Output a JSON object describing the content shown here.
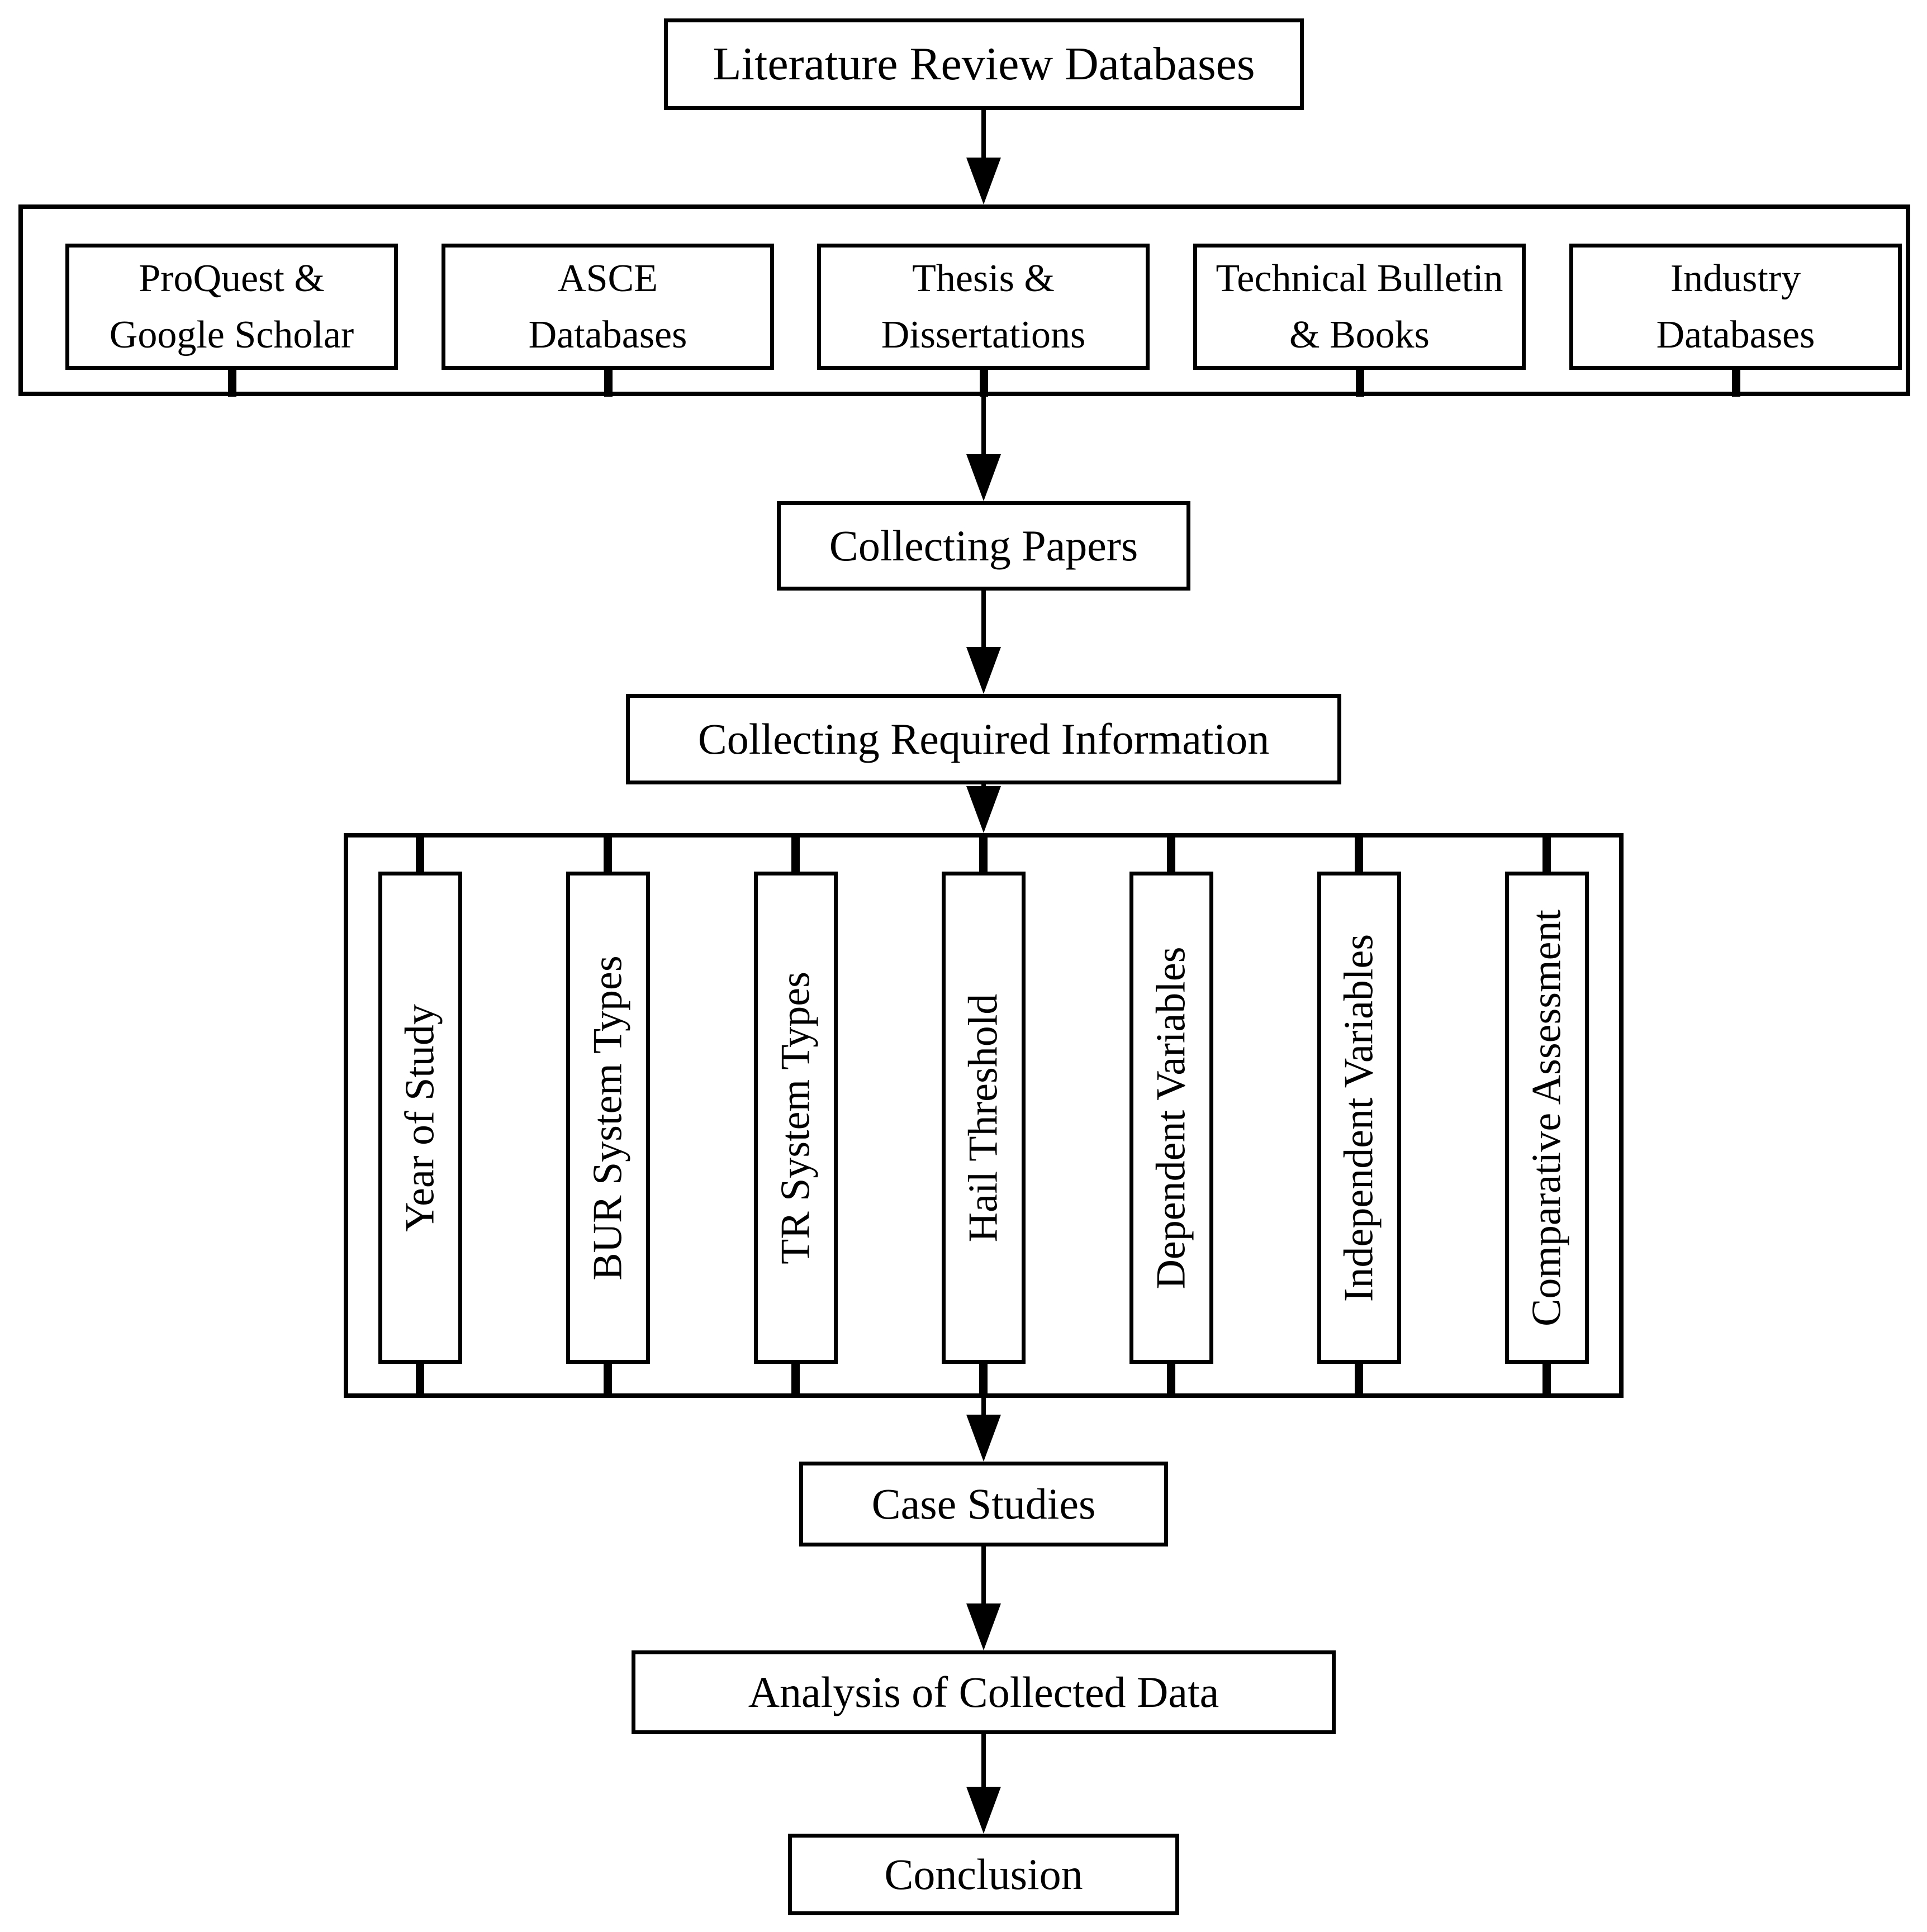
{
  "diagram": {
    "title": "Literature Review Databases",
    "sources": [
      "ProQuest & Google Scholar",
      "ASCE Databases",
      "Thesis & Dissertations",
      "Technical Bulletin & Books",
      "Industry Databases"
    ],
    "collecting_papers": "Collecting Papers",
    "collecting_required_information": "Collecting Required Information",
    "information_items": [
      "Year of Study",
      "BUR System Types",
      "TR System Types",
      "Hail Threshold",
      "Dependent Variables",
      "Independent Variables",
      "Comparative Assessment"
    ],
    "case_studies": "Case Studies",
    "analysis": "Analysis of Collected Data",
    "conclusion": "Conclusion",
    "colors": {
      "line": "#000000",
      "background": "#ffffff",
      "box_fill": "#ffffff",
      "text": "#000000"
    }
  }
}
